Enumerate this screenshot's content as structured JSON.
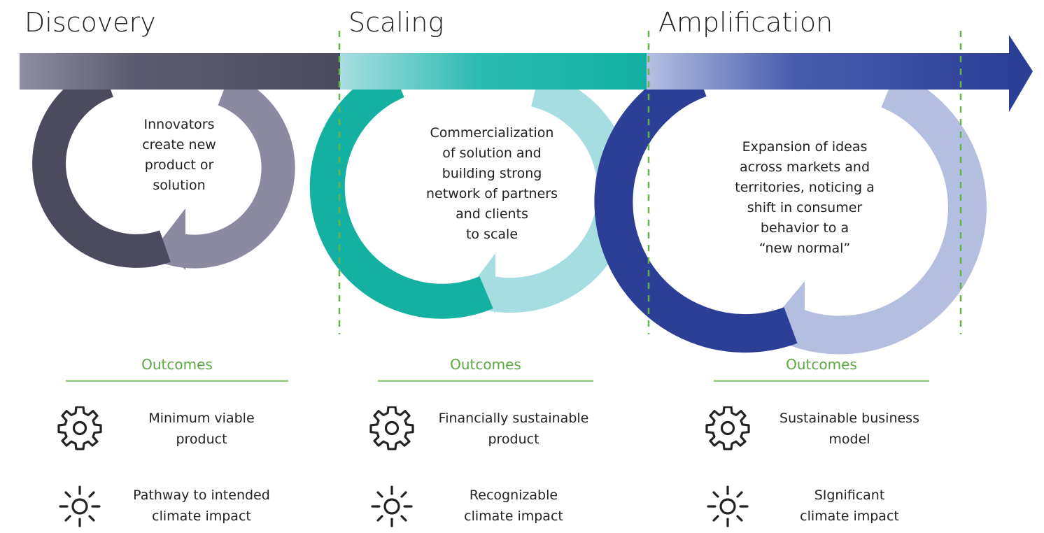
{
  "phases": [
    {
      "title": "Discovery",
      "loop_text": [
        "Innovators",
        "create new",
        "product or",
        "solution"
      ],
      "outcomes_heading": "Outcomes",
      "outcomes": [
        {
          "icon": "gear-icon",
          "lines": [
            "Minimum viable",
            "product"
          ]
        },
        {
          "icon": "sun-icon",
          "lines": [
            "Pathway to intended",
            "climate impact"
          ]
        }
      ]
    },
    {
      "title": "Scaling",
      "loop_text": [
        "Commercialization",
        "of solution and",
        "building strong",
        "network of partners",
        "and clients",
        "to scale"
      ],
      "outcomes_heading": "Outcomes",
      "outcomes": [
        {
          "icon": "gear-icon",
          "lines": [
            "Financially sustainable",
            "product"
          ]
        },
        {
          "icon": "sun-icon",
          "lines": [
            "Recognizable",
            "climate impact"
          ]
        }
      ]
    },
    {
      "title": "Amplification",
      "loop_text": [
        "Expansion of ideas",
        "across markets and",
        "territories, noticing a",
        "shift in consumer",
        "behavior to a",
        "“new normal”"
      ],
      "outcomes_heading": "Outcomes",
      "outcomes": [
        {
          "icon": "gear-icon",
          "lines": [
            "Sustainable business",
            "model"
          ]
        },
        {
          "icon": "sun-icon",
          "lines": [
            "SIgnificant",
            "climate impact"
          ]
        }
      ]
    }
  ],
  "colors": {
    "discovery_dark": "#4c4a5e",
    "discovery_light": "#8c8aa1",
    "scaling_dark": "#14b1a3",
    "scaling_light": "#a6dde0",
    "amplification_dark": "#2c3f96",
    "amplification_light": "#b4bee0",
    "divider": "#62b446",
    "outcomes_green": "#5aa842"
  }
}
